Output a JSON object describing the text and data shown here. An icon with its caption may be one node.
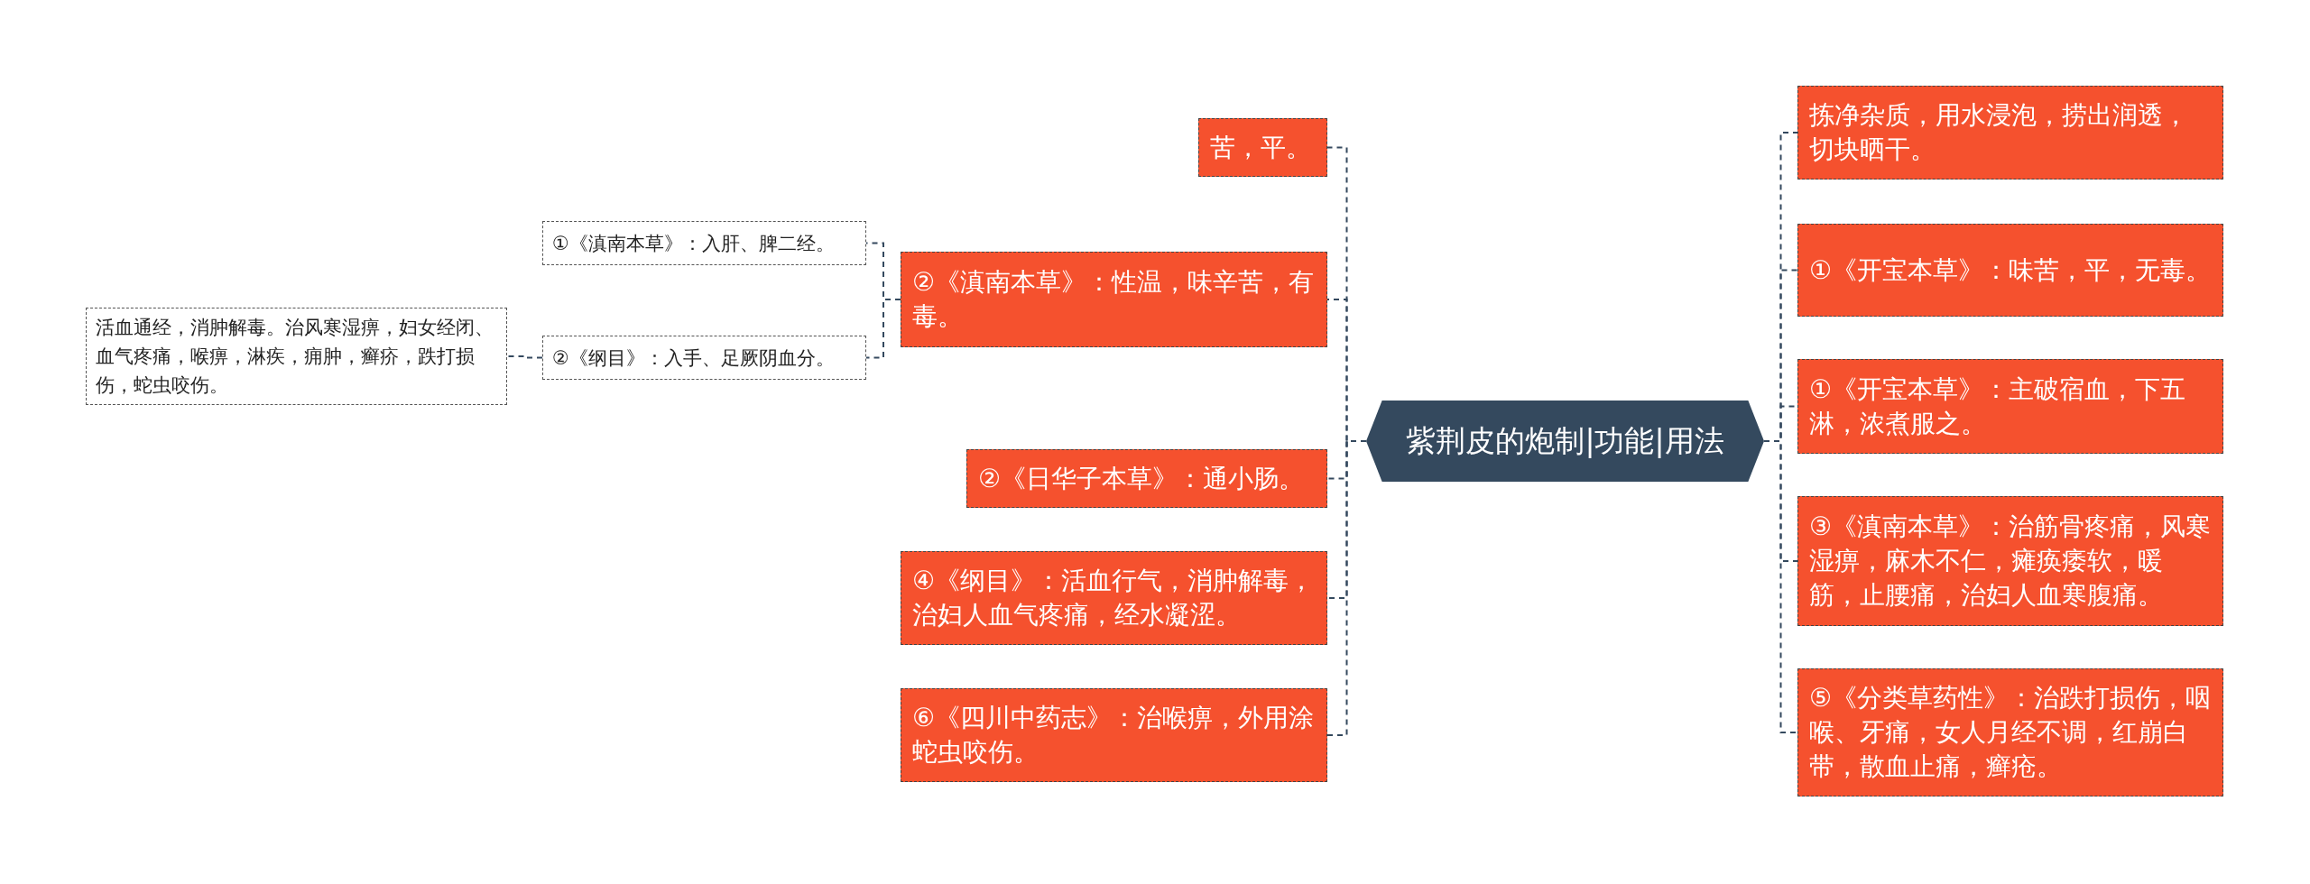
{
  "diagram": {
    "nodes": [
      {
        "text": [
          "紫荆皮的炮制|功能|用法"
        ]
      },
      {
        "text": [
          "苦，平。"
        ]
      },
      {
        "text": [
          "②《滇南本草》：性温，味辛苦，有毒。"
        ]
      },
      {
        "text": [
          "①《滇南本草》：入肝、脾二经。"
        ]
      },
      {
        "text": [
          "②《纲目》：入手、足厥阴血分。"
        ]
      },
      {
        "text": [
          "活血通经，消肿解毒。治风寒湿痹，妇女经闭、血气疼痛，喉痹，淋疾，痈肿，癣疥，跌打损伤，蛇虫咬伤。"
        ]
      },
      {
        "text": [
          "②《日华子本草》：通小肠。"
        ]
      },
      {
        "text": [
          "④《纲目》：活血行气，消肿解毒，治妇人血气疼痛，经水凝涩。"
        ]
      },
      {
        "text": [
          "⑥《四川中药志》：治喉痹，外用涂蛇虫咬伤。"
        ]
      },
      {
        "text": [
          "拣净杂质，用水浸泡，捞出润透，切块晒干。"
        ]
      },
      {
        "text": [
          "①《开宝本草》：味苦，平，无毒。"
        ]
      },
      {
        "text": [
          "①《开宝本草》：主破宿血，下五淋，浓煮服之。"
        ]
      },
      {
        "text": [
          "③《滇南本草》：治筋骨疼痛，风寒湿痹，麻木不仁，瘫痪痿软，暖筋，止腰痛，治妇人血寒腹痛。"
        ]
      },
      {
        "text": [
          "⑤《分类草药性》：治跌打损伤，咽喉、牙痛，女人月经不调，红崩白带，散血止痛，癣疮。"
        ]
      }
    ],
    "edges": [
      {
        "from": 0,
        "to": 1,
        "arrow": "none"
      },
      {
        "from": 0,
        "to": 2,
        "arrow": "none"
      },
      {
        "from": 2,
        "to": 3,
        "arrow": "none"
      },
      {
        "from": 2,
        "to": 4,
        "arrow": "none"
      },
      {
        "from": 4,
        "to": 5,
        "arrow": "none"
      },
      {
        "from": 0,
        "to": 6,
        "arrow": "none"
      },
      {
        "from": 0,
        "to": 7,
        "arrow": "none"
      },
      {
        "from": 0,
        "to": 8,
        "arrow": "none"
      },
      {
        "from": 0,
        "to": 9,
        "arrow": "none"
      },
      {
        "from": 0,
        "to": 10,
        "arrow": "none"
      },
      {
        "from": 0,
        "to": 11,
        "arrow": "none"
      },
      {
        "from": 0,
        "to": 12,
        "arrow": "none"
      },
      {
        "from": 0,
        "to": 13,
        "arrow": "none"
      }
    ]
  }
}
